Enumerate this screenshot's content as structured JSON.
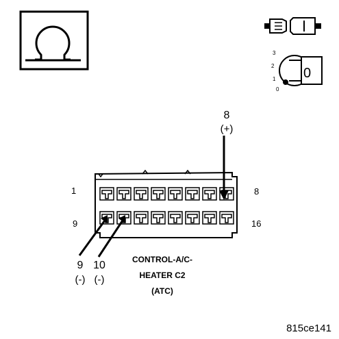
{
  "ohm_symbol": {
    "glyph": "Ω",
    "icon": "ohmmeter-icon"
  },
  "connector_icon": "disconnected-connector-icon",
  "ignition": {
    "icon": "ignition-key-icon",
    "positions": [
      "3",
      "2",
      "1",
      "0"
    ],
    "key_label": "0"
  },
  "probe_positive": {
    "pin": "8",
    "polarity": "(+)"
  },
  "probe_neg_a": {
    "pin": "9",
    "polarity": "(-)"
  },
  "probe_neg_b": {
    "pin": "10",
    "polarity": "(-)"
  },
  "pin_labels": {
    "top_left": "1",
    "top_right": "8",
    "bottom_left": "9",
    "bottom_right": "16"
  },
  "connector": {
    "line1": "CONTROL-A/C-",
    "line2": "HEATER C2",
    "line3": "(ATC)",
    "rows": 2,
    "cols": 8
  },
  "figure_id": "815ce141"
}
